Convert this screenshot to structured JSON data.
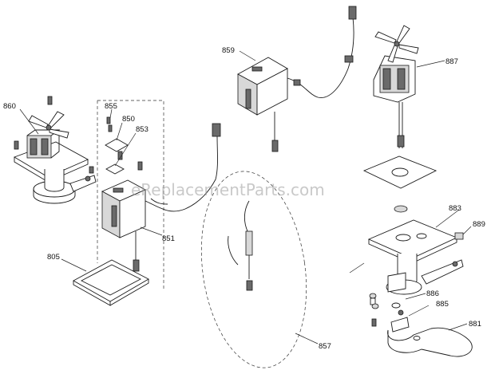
{
  "watermark": "eReplacementParts.com",
  "part_labels": {
    "p860": "860",
    "p855": "855",
    "p850": "850",
    "p853": "853",
    "p851": "851",
    "p805": "805",
    "p859": "859",
    "p887": "887",
    "p883": "883",
    "p889": "889",
    "p886": "886",
    "p885": "885",
    "p881": "881",
    "p857": "857"
  }
}
